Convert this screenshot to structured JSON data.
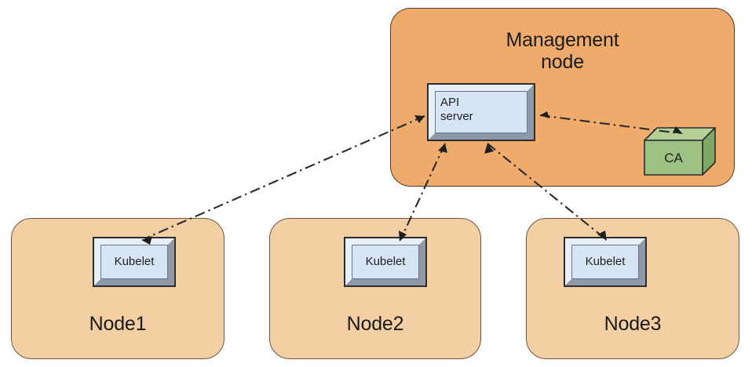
{
  "diagram": {
    "type": "architecture-diagram",
    "title_text": "",
    "colors": {
      "management_node_fill": "#eeab6b",
      "worker_node_fill": "#f4cfa3",
      "component_fill": "#d7e4f3",
      "component_bevel_light": "#e9eff7",
      "component_bevel_dark": "#8e99a8",
      "ca_fill": "#9dc183",
      "ca_top": "#b4d096",
      "ca_side": "#7da766",
      "outline": "#2d2d2d",
      "connector": "#2b2b2b",
      "background": "#ffffff"
    }
  },
  "management_node": {
    "label": "Management\nnode",
    "label_line1": "Management",
    "label_line2": "node",
    "api_server": {
      "label": "API\nserver",
      "label_line1": "API",
      "label_line2": "server"
    },
    "ca": {
      "label": "CA"
    }
  },
  "worker_nodes": [
    {
      "id": "node1",
      "label": "Node1",
      "component": {
        "label": "Kubelet"
      }
    },
    {
      "id": "node2",
      "label": "Node2",
      "component": {
        "label": "Kubelet"
      }
    },
    {
      "id": "node3",
      "label": "Node3",
      "component": {
        "label": "Kubelet"
      }
    }
  ],
  "connections": [
    {
      "id": "api-node1",
      "from": "API server",
      "to": "Kubelet (Node1)",
      "style": "dash-dot",
      "arrows": "both"
    },
    {
      "id": "api-node2",
      "from": "API server",
      "to": "Kubelet (Node2)",
      "style": "dash-dot",
      "arrows": "both"
    },
    {
      "id": "api-node3",
      "from": "API server",
      "to": "Kubelet (Node3)",
      "style": "dash-dot",
      "arrows": "both"
    },
    {
      "id": "api-ca",
      "from": "API server",
      "to": "CA",
      "style": "dash-dot",
      "arrows": "both"
    }
  ]
}
